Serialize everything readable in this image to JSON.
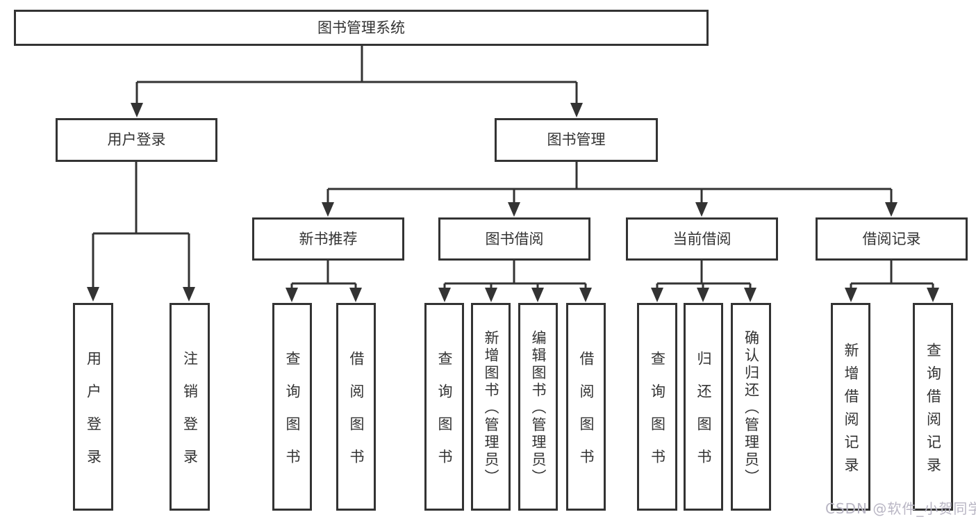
{
  "title": "图书管理系统",
  "tree": {
    "root": {
      "label": "图书管理系统"
    },
    "branches": [
      {
        "label": "用户登录",
        "children": [
          "用户登录",
          "注销登录"
        ]
      },
      {
        "label": "图书管理",
        "children": [
          {
            "label": "新书推荐",
            "children": [
              "查询图书",
              "借阅图书"
            ]
          },
          {
            "label": "图书借阅",
            "children": [
              "查询图书",
              "新增图书（管理员）",
              "编辑图书（管理员）",
              "借阅图书"
            ]
          },
          {
            "label": "当前借阅",
            "children": [
              "查询图书",
              "归还图书",
              "确认归还（管理员）"
            ]
          },
          {
            "label": "借阅记录",
            "children": [
              "新增借阅记录",
              "查询借阅记录"
            ]
          }
        ]
      }
    ]
  },
  "watermark": "CSDN @软件_小贺同学",
  "colors": {
    "line": "#333333",
    "text": "#333333",
    "background": "#ffffff",
    "watermark": "#b9b6c4"
  }
}
